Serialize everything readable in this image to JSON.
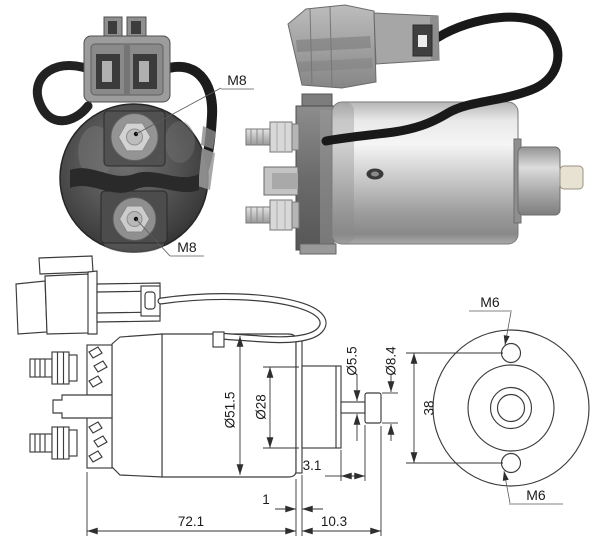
{
  "diagram": {
    "rear_view": {
      "terminal_top": "M8",
      "terminal_bottom": "M8"
    },
    "side_drawing": {
      "body_diameter": "Ø51.5",
      "core_diameter": "Ø28",
      "rod_diameter": "Ø5.5",
      "cap_diameter": "Ø8.4",
      "rod_length": "3.1",
      "flange_thickness": "1",
      "body_length": "72.1",
      "nose_length": "10.3"
    },
    "end_view": {
      "hole_spacing": "38",
      "hole_top": "M6",
      "hole_bottom": "M6"
    },
    "colors": {
      "line": "#3c3c3c",
      "text": "#1b1b1b",
      "wire": "#1b1b1b",
      "background": "#ffffff"
    }
  }
}
